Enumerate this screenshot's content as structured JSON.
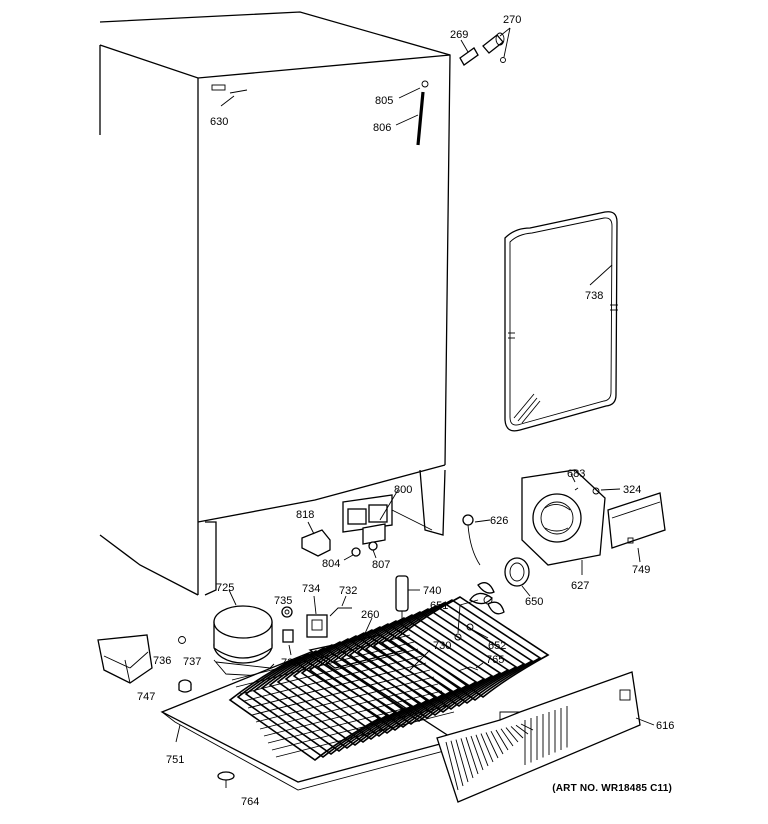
{
  "labels": {
    "p269": "269",
    "p270": "270",
    "p805": "805",
    "p806": "806",
    "p630": "630",
    "p738": "738",
    "p800": "800",
    "p818": "818",
    "p804": "804",
    "p807": "807",
    "p626": "626",
    "p683": "683",
    "p324": "324",
    "p627": "627",
    "p749": "749",
    "p650": "650",
    "p651": "651",
    "p652": "652",
    "p740": "740",
    "p734": "734",
    "p732": "732",
    "p735": "735",
    "p725": "725",
    "p260": "260",
    "p730": "730",
    "p733": "733",
    "p736": "736",
    "p737": "737",
    "p747": "747",
    "p765": "765",
    "p616": "616",
    "p751": "751",
    "p764": "764"
  },
  "art_number": "(ART NO. WR18485 C11)"
}
